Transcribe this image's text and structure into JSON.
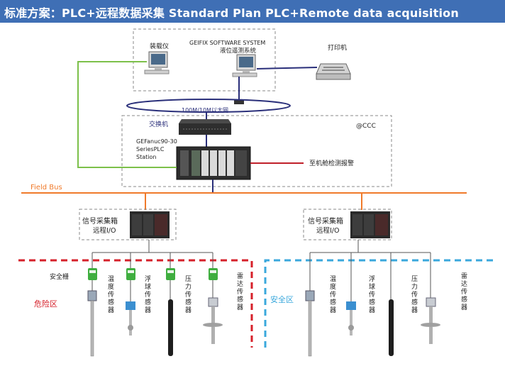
{
  "header": {
    "title": "标准方案：PLC+远程数据采集    Standard Plan  PLC+Remote data acquisition"
  },
  "colors": {
    "header_bg": "#3f6fb5",
    "field_bus": "#f07a2a",
    "green_link": "#7cc04a",
    "red_alarm": "#c0202a",
    "network_ring": "#2a2f7a",
    "danger_zone": "#d6202a",
    "safe_zone": "#3aa8dc"
  },
  "top_box": {
    "loader_label": "装载仪",
    "software_system": "GEIFIX SOFTWARE SYSTEM",
    "level_system_label": "液位遥测系统",
    "printer_label": "打印机",
    "network_label": "100M/10M以太网",
    "switch_label": "交换机",
    "ccc_label": "@CCC",
    "plc_label_1": "GEFanuc90-30",
    "plc_label_2": "SeriesPLC",
    "plc_label_3": "Station",
    "alarm_label": "至机舱检测报警"
  },
  "field_bus_label": "Field Bus",
  "remote_boxes": [
    {
      "line1": "信号采集箱",
      "line2": "远程I/O"
    },
    {
      "line1": "信号采集箱",
      "line2": "远程I/O"
    }
  ],
  "barrier_label": "安全栅",
  "zones": {
    "danger": "危险区",
    "safe": "安全区"
  },
  "sensors": [
    "温度传感器",
    "浮球传感器",
    "压力传感器",
    "雷达传感器"
  ]
}
